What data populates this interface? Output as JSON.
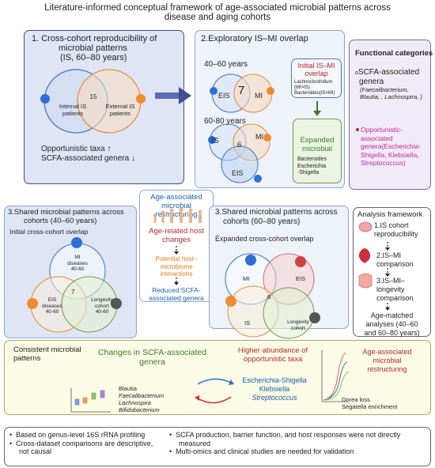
{
  "title": {
    "line1": "Literature-informed conceptual framework of age-associated microbial patterns across",
    "line2": "disease and aging cohorts"
  },
  "panel1": {
    "heading1": "1. Cross-cohort reproducibility of",
    "heading2": "microbial patterns",
    "heading3": "(IS, 60–80 years)",
    "left_label1": "Internal IS",
    "left_label2": "patients",
    "overlap": "15",
    "right_label1": "External IS",
    "right_label2": "patients",
    "note1": "Opportunistic taxa ↑",
    "note2": "SCFA-associated genera ↓"
  },
  "panel2": {
    "heading": "2.Exploratory IS–MI overlap",
    "age1": "40–60 years",
    "eis1": "EIS",
    "overlap1": "7",
    "mi1": "MI",
    "age2": "60-80 years",
    "is2": "IS",
    "mi2": "MI",
    "overlap2": "6",
    "eis2": "EIS",
    "initial_title1": "Initial IS–MI",
    "initial_title2": "overlap",
    "initial_item1": "Lachnoclostridium",
    "initial_item2": "(MI>IS)",
    "initial_item3": "Bacteroides(IS>MI)",
    "expanded_title1": "Expanded",
    "expanded_title2": "microbial",
    "expanded_item1": "Bacteroides",
    "expanded_item2": "Escherichia",
    "expanded_item3": "-Shigella"
  },
  "functional": {
    "heading": "Functional categories",
    "scfa_title1": "SCFA-associated",
    "scfa_title2": "genera",
    "scfa_list1": "(Faecalibacterium,",
    "scfa_list2": "Blautia, , Lachnospira, )",
    "opp1": "Opportunistic-",
    "opp2": "associated",
    "opp3": "genera(Escherichia-",
    "opp4": "Shigella, Klebsiella,",
    "opp5": "Streptococcus)"
  },
  "center": {
    "title1": "Age-associated",
    "title2": "microbial",
    "title3": "restructuring",
    "host1": "Age-related host",
    "host2": "changes",
    "inter1": "Potential host–",
    "inter2": "microbiome",
    "inter3": "interactions",
    "scfa1": "Reduced SCFA-",
    "scfa2": "associated genera"
  },
  "panel3": {
    "heading1": "3.Shared microbial patterns across",
    "heading2": "cohorts (40–60 years)",
    "sub": "Initial cross-cohort overlap",
    "mi1": "MI",
    "mi2": "diseases",
    "mi3": "40-60",
    "eis1": "EIS",
    "eis2": "diseases",
    "eis3": "40-60",
    "lon1": "Longevity",
    "lon2": "cohort",
    "lon3": "40-60",
    "overlap": "7"
  },
  "panel4": {
    "heading1": "3.Shared microbial patterns across",
    "heading2": "cohorts (60–80 years)",
    "sub": "Expanded cross-cohort overlap",
    "mi": "MI",
    "eis": "EIS",
    "is": "IS",
    "lon1": "Longevity",
    "lon2": "cohort",
    "overlap": "6"
  },
  "framework": {
    "heading": "Analysis framework",
    "s1a": "1.IS cohort",
    "s1b": "reproducibility",
    "s2a": "2.IS–MI",
    "s2b": "comparison",
    "s3a": "3.IS–MI–",
    "s3b": "longevity",
    "s3c": "comparison",
    "s4a": "Age-matched",
    "s4b": "analyses (40–60",
    "s4c": "and 60–80 years)"
  },
  "summary": {
    "consistent1": "Consistent microbial",
    "consistent2": "patterns",
    "changes1": "Changes in SCFA-associated",
    "changes2": "genera",
    "genus1": "Blautia",
    "genus2": "Faecalibacterium",
    "genus3": "Lachnospira",
    "genus4": "Bifidobacterium",
    "higher1": "Higher abundance of",
    "higher2": "opportunistic taxa",
    "taxa1": "Escherichia-Shigella",
    "taxa2": "Klebsiella",
    "taxa3": "Streptococcus",
    "age1": "Age-associated",
    "age2": "microbial",
    "age3": "restructuring",
    "dorea": "Dorea loss",
    "segatella": "Segatella enrichment"
  },
  "limits": {
    "b1a": "Based on genus-level 16S rRNA profiling",
    "b2a": "Cross-dataset comparisons are descriptive,",
    "b2b": "not causal",
    "b3a": "SCFA production, barrier function, and host responses were not directly",
    "b3b": "measured",
    "b4a": "Multi-omics and clinical studies are needed for validation"
  },
  "colors": {
    "panel_blue": "#dfe5f5",
    "light_blue": "#eef3fa",
    "purple_bg": "#f0ebf6",
    "yellow_bg": "#fbfbe6",
    "dot_blue": "#2f6fd3",
    "dot_orange": "#ee8c2f",
    "dot_gray": "#555555"
  }
}
